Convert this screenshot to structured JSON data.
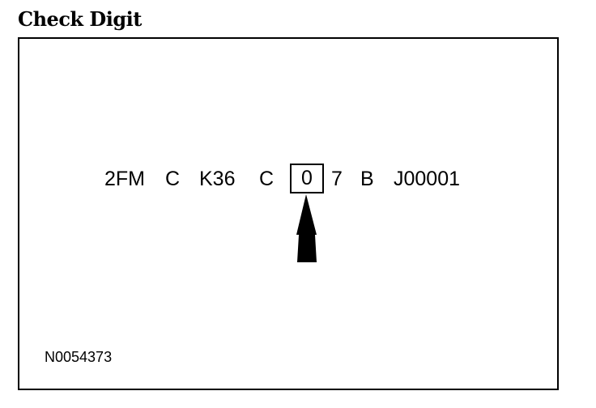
{
  "title": "Check Digit",
  "vin_segments": [
    "2FM",
    "C",
    "K36",
    "C",
    "0",
    "7",
    "B",
    "J00001"
  ],
  "highlighted_digit": "0",
  "figure_id": "N0054373"
}
